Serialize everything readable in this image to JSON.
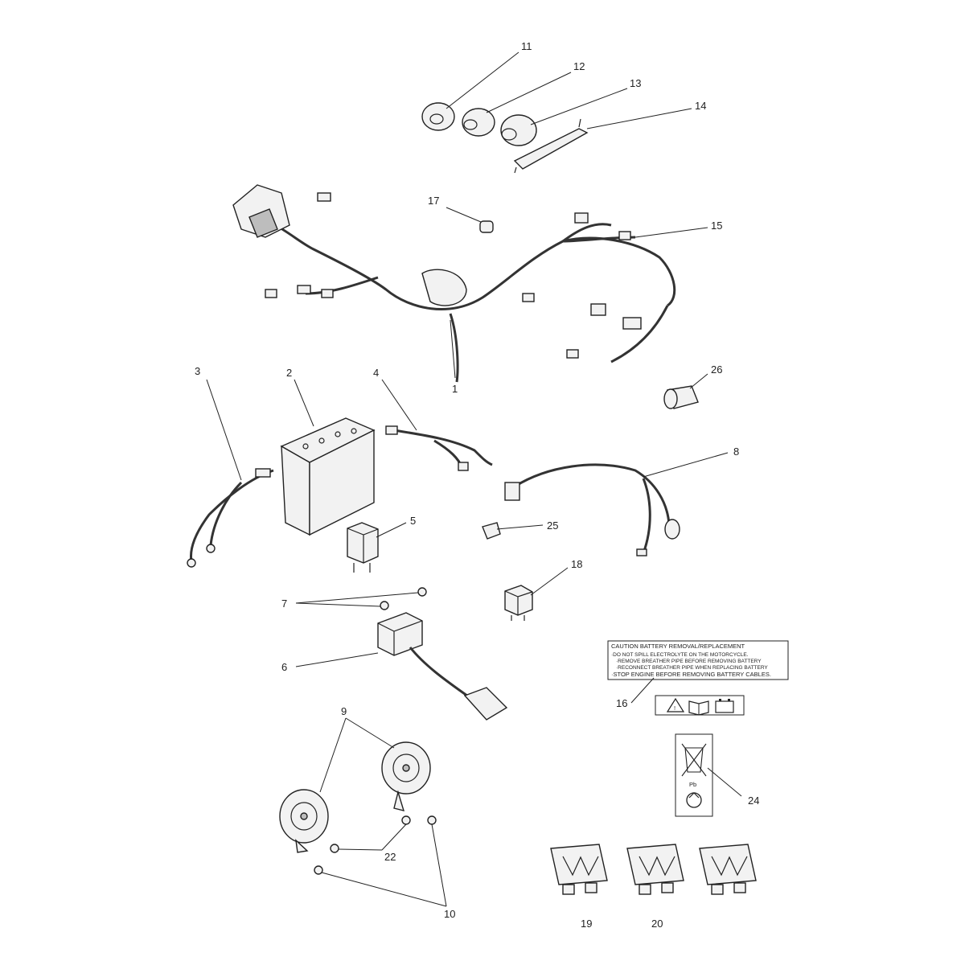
{
  "callouts": {
    "n1": "1",
    "n2": "2",
    "n3": "3",
    "n4": "4",
    "n5": "5",
    "n6": "6",
    "n7": "7",
    "n8": "8",
    "n9": "9",
    "n10": "10",
    "n11": "11",
    "n12": "12",
    "n13": "13",
    "n14": "14",
    "n15": "15",
    "n16": "16",
    "n17": "17",
    "n18": "18",
    "n19": "19",
    "n20": "20",
    "n22": "22",
    "n24": "24",
    "n25": "25",
    "n26": "26"
  },
  "caution_label": {
    "line1": "CAUTION BATTERY REMOVAL/REPLACEMENT",
    "line2": "·DO NOT SPILL ELECTROLYTE ON THE MOTORCYCLE.",
    "line3": "·REMOVE BREATHER PIPE BEFORE REMOVING BATTERY",
    "line4": "·RECONNECT BREATHER PIPE WHEN REPLACING BATTERY",
    "line5": "·STOP ENGINE BEFORE REMOVING BATTERY CABLES."
  },
  "recycle_label": {
    "chem": "Pb"
  },
  "icons": [
    "warning-triangle-icon",
    "manual-book-icon",
    "battery-icon",
    "crossed-bin-icon",
    "recycle-icon"
  ]
}
